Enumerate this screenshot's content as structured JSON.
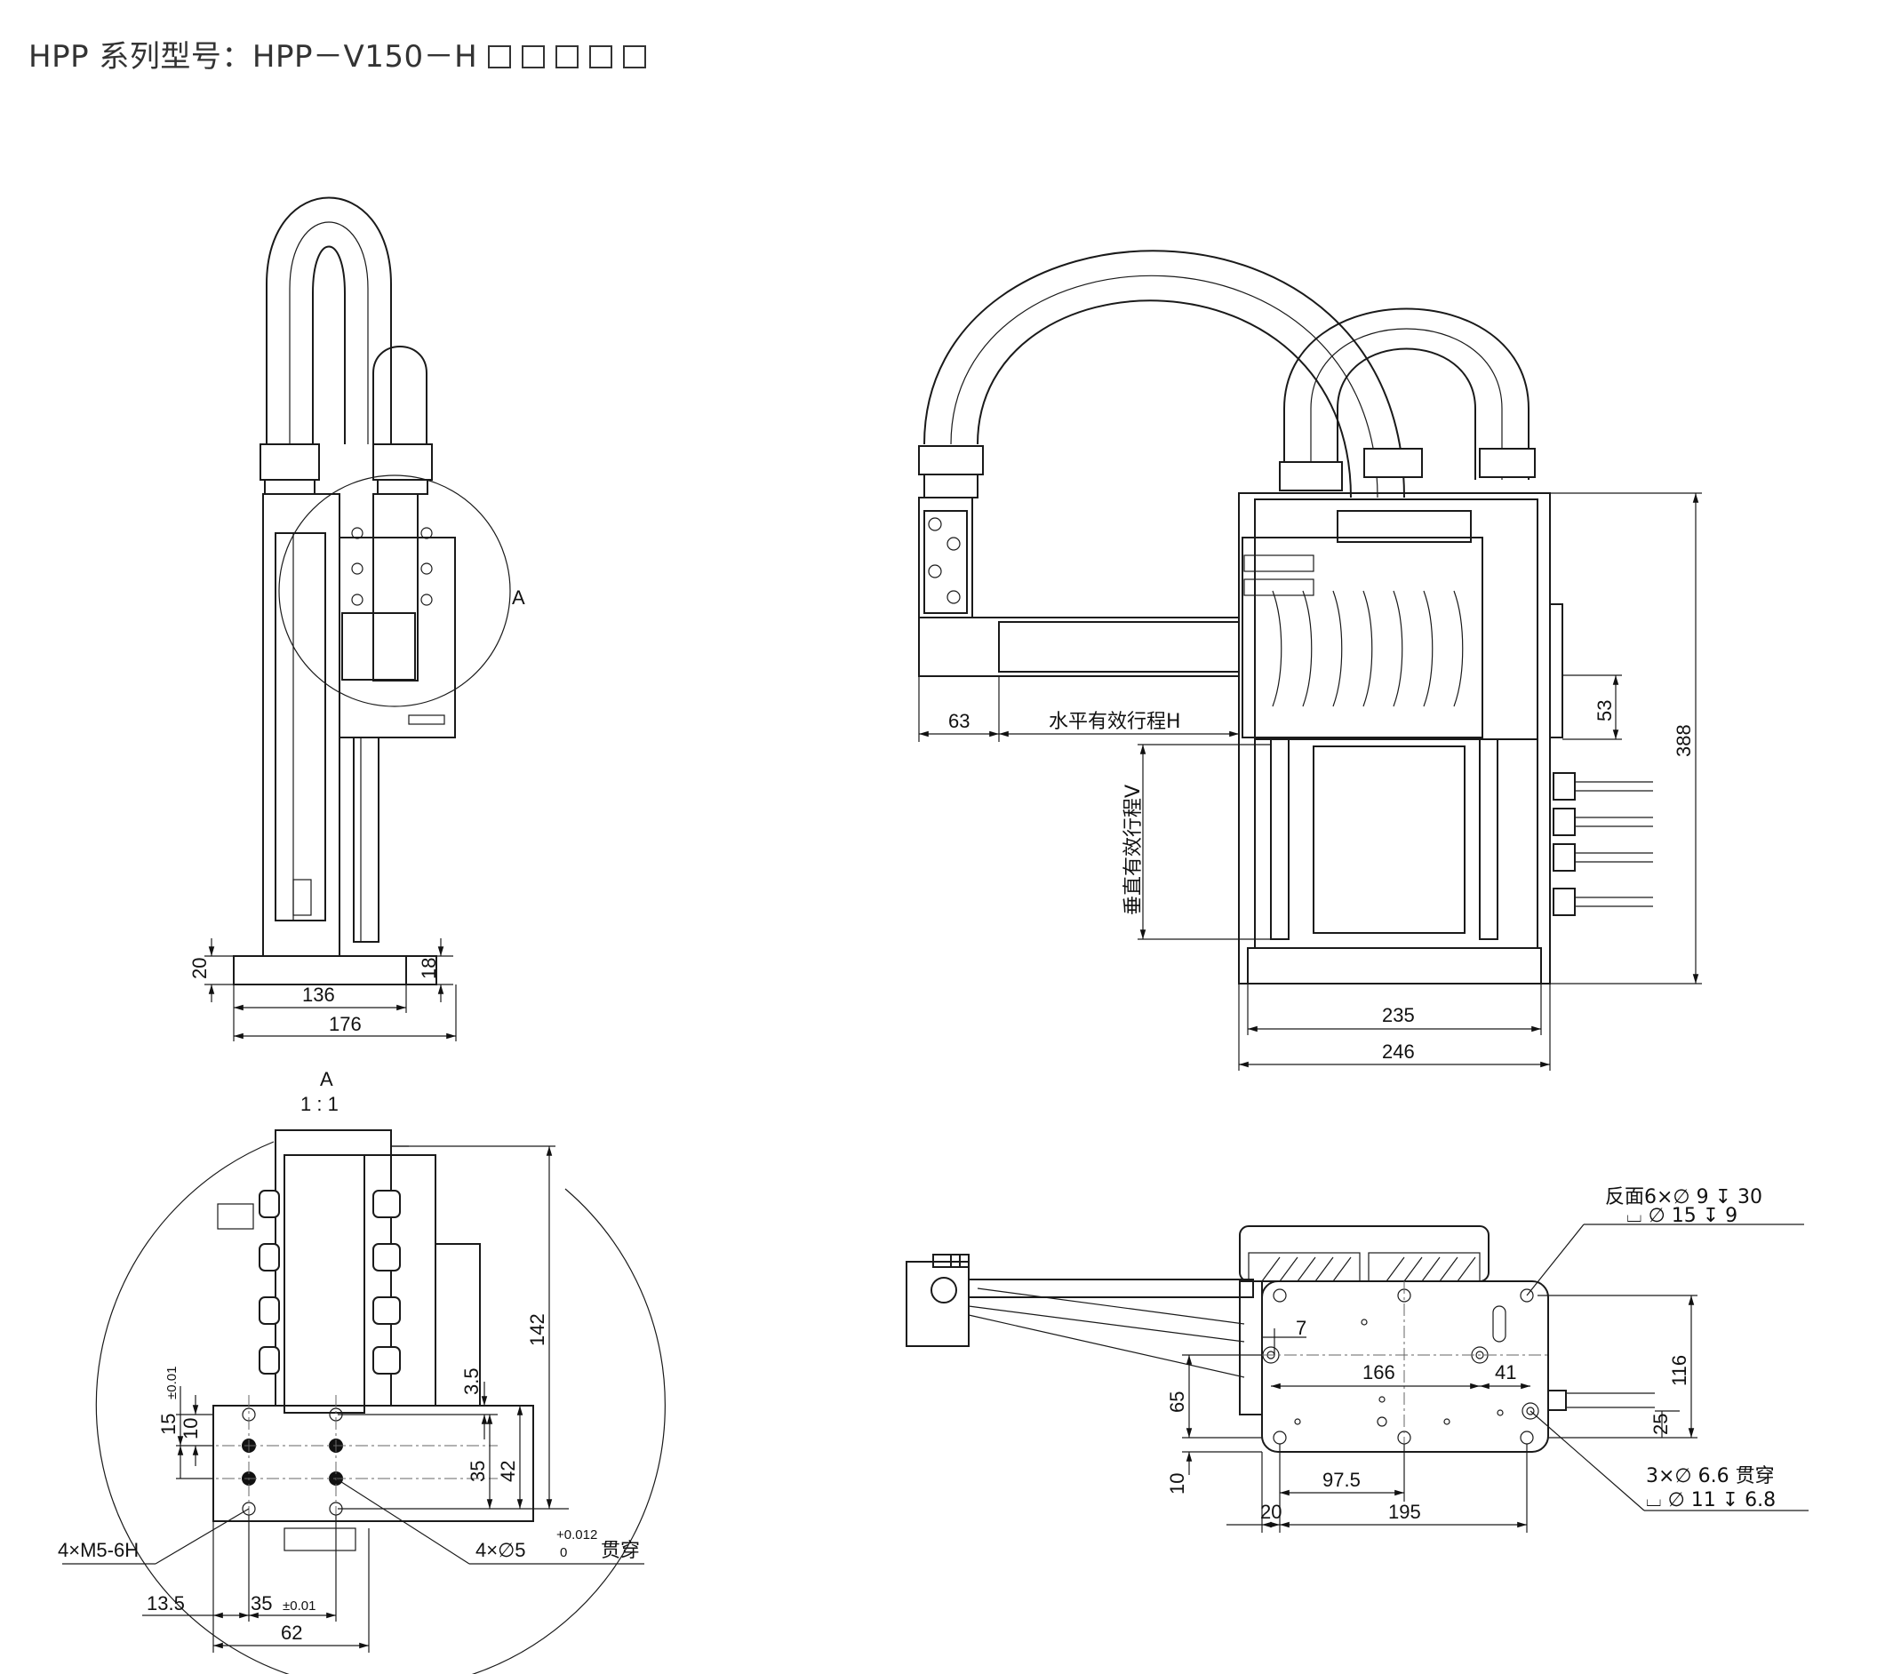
{
  "title": {
    "text": "HPP 系列型号：HPP－V150－H",
    "placeholder_boxes": 5
  },
  "side_view": {
    "detail_ref": "A",
    "dims": {
      "base_h": "20",
      "rail_h": "18",
      "hole_span": "136",
      "width": "176"
    }
  },
  "front_view": {
    "dims": {
      "offset": "63",
      "h_stroke": "水平有效行程H",
      "v_stroke": "垂直有效行程V",
      "conn_pitch": "53",
      "height": "388",
      "w_inner": "235",
      "w_outer": "246"
    }
  },
  "detail_a": {
    "name": "A",
    "scale": "1 : 1",
    "dims": {
      "d15": "15",
      "d15_tol": "±0.01",
      "d10": "10",
      "d35_v": "35",
      "d42": "42",
      "d3_5": "3.5",
      "d142": "142",
      "d13_5": "13.5",
      "d35_h": "35",
      "d35_h_tol": "±0.01",
      "d62": "62"
    },
    "thread_callout": "4×M5-6H",
    "pin_callout": {
      "prefix": "4×∅5",
      "tol_upper": "+0.012",
      "tol_lower": "0",
      "suffix": "贯穿"
    }
  },
  "top_view": {
    "callout_back": {
      "line1": "反面6×∅ 9 ↧ 30",
      "line2": "⌴ ∅ 15 ↧ 9"
    },
    "callout_through": {
      "line1": "3×∅ 6.6 贯穿",
      "line2": "⌴ ∅ 11 ↧ 6.8"
    },
    "dims": {
      "d7": "7",
      "d166": "166",
      "d41": "41",
      "d65": "65",
      "d10": "10",
      "d116": "116",
      "d25": "25",
      "d97_5": "97.5",
      "d20": "20",
      "d195": "195"
    }
  }
}
